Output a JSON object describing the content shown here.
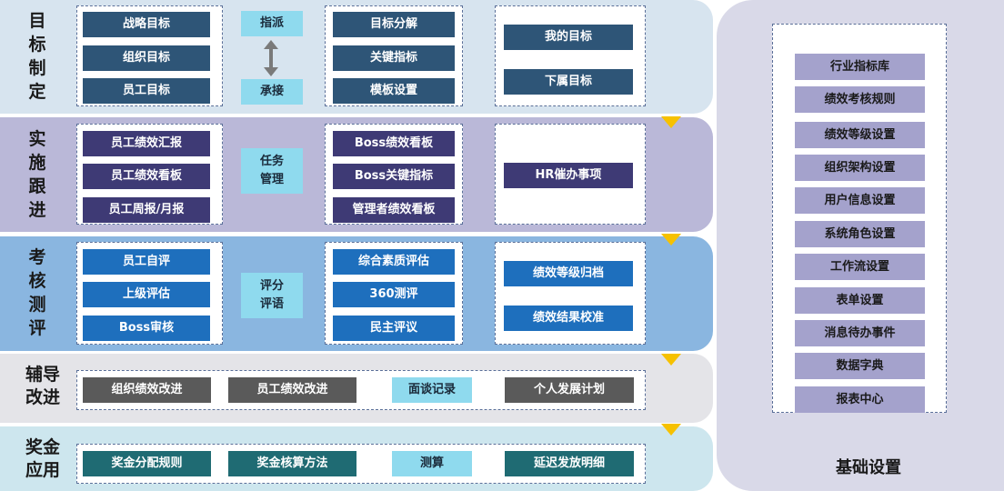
{
  "stages": [
    {
      "label": "目标制定"
    },
    {
      "label": "实施跟进"
    },
    {
      "label": "考核测评"
    },
    {
      "label": "辅导改进"
    },
    {
      "label": "奖金应用"
    }
  ],
  "goal": {
    "left": [
      "战略目标",
      "组织目标",
      "员工目标"
    ],
    "assign": "指派",
    "accept": "承接",
    "mid": [
      "目标分解",
      "关键指标",
      "模板设置"
    ],
    "right": [
      "我的目标",
      "下属目标"
    ]
  },
  "track": {
    "left": [
      "员工绩效汇报",
      "员工绩效看板",
      "员工周报/月报"
    ],
    "center": "任务管理",
    "mid": [
      "Boss绩效看板",
      "Boss关键指标",
      "管理者绩效看板"
    ],
    "right": "HR催办事项"
  },
  "assess": {
    "left": [
      "员工自评",
      "上级评估",
      "Boss审核"
    ],
    "center": "评分评语",
    "mid": [
      "综合素质评估",
      "360测评",
      "民主评议"
    ],
    "right": [
      "绩效等级归档",
      "绩效结果校准"
    ]
  },
  "coach": [
    "组织绩效改进",
    "员工绩效改进",
    "面谈记录",
    "个人发展计划"
  ],
  "bonus": [
    "奖金分配规则",
    "奖金核算方法",
    "测算",
    "延迟发放明细"
  ],
  "base": {
    "title": "基础设置",
    "items": [
      "行业指标库",
      "绩效考核规则",
      "绩效等级设置",
      "组织架构设置",
      "用户信息设置",
      "系统角色设置",
      "工作流设置",
      "表单设置",
      "消息待办事件",
      "数据字典",
      "报表中心"
    ]
  },
  "colors": {
    "arrow": "#f6c100",
    "navy": "#2e5577",
    "purple": "#3e3a75",
    "blue": "#1e6fbd",
    "gray": "#5a5a5a",
    "teal": "#1f6b73",
    "light": "#8fdaee"
  }
}
